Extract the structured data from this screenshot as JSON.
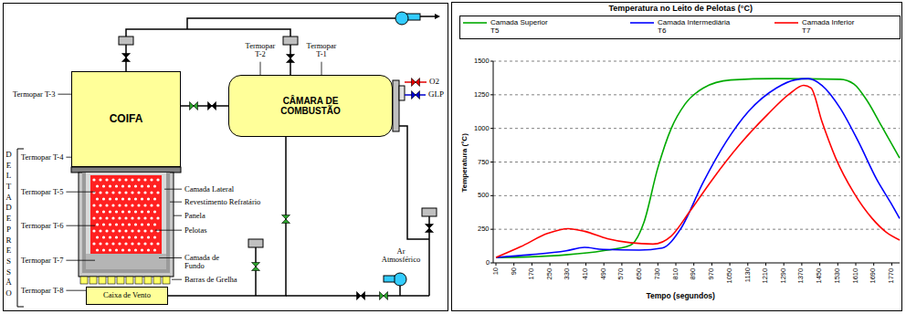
{
  "diagram": {
    "title": "Temperatura no Leito de Pelotas (°C)",
    "nodes": [
      {
        "text": [
          "COIFA"
        ]
      },
      {
        "text": [
          "CÂMARA DE COMBUSTÃO"
        ]
      },
      {
        "text": [
          "Caixa de Vento"
        ]
      }
    ],
    "edges": [
      {
        "from": 0,
        "to": 1,
        "arrow": "none"
      },
      {
        "from": 1,
        "to": 2,
        "arrow": "none"
      }
    ],
    "labels": [
      "Termopar T-3",
      "Termopar T-4",
      "Termopar T-5",
      "Termopar T-6",
      "Termopar T-7",
      "Termopar T-8",
      "Termopar T-2",
      "Termopar T-1",
      "O2",
      "GLP",
      "DELTA DE PRESSÃO",
      "Camada Lateral",
      "Revestimento Refratário",
      "Panela",
      "Pelotas",
      "Camada de Fundo",
      "Barras de Grelha",
      "Ar Atmosférico",
      "Temperatura (°C)",
      "Tempo (segundos)",
      "0",
      "250",
      "500",
      "750",
      "1000",
      "1250",
      "1500",
      "10",
      "90",
      "170",
      "250",
      "330",
      "410",
      "490",
      "570",
      "650",
      "730",
      "810",
      "890",
      "970",
      "1050",
      "1130",
      "1210",
      "1290",
      "1370",
      "1450",
      "1530",
      "1610",
      "1690",
      "1770"
    ],
    "legend": [
      {
        "text": "Camada Superior T5"
      },
      {
        "text": "Camada Intermediária T6"
      },
      {
        "text": "Camada Inferior T7"
      }
    ]
  }
}
